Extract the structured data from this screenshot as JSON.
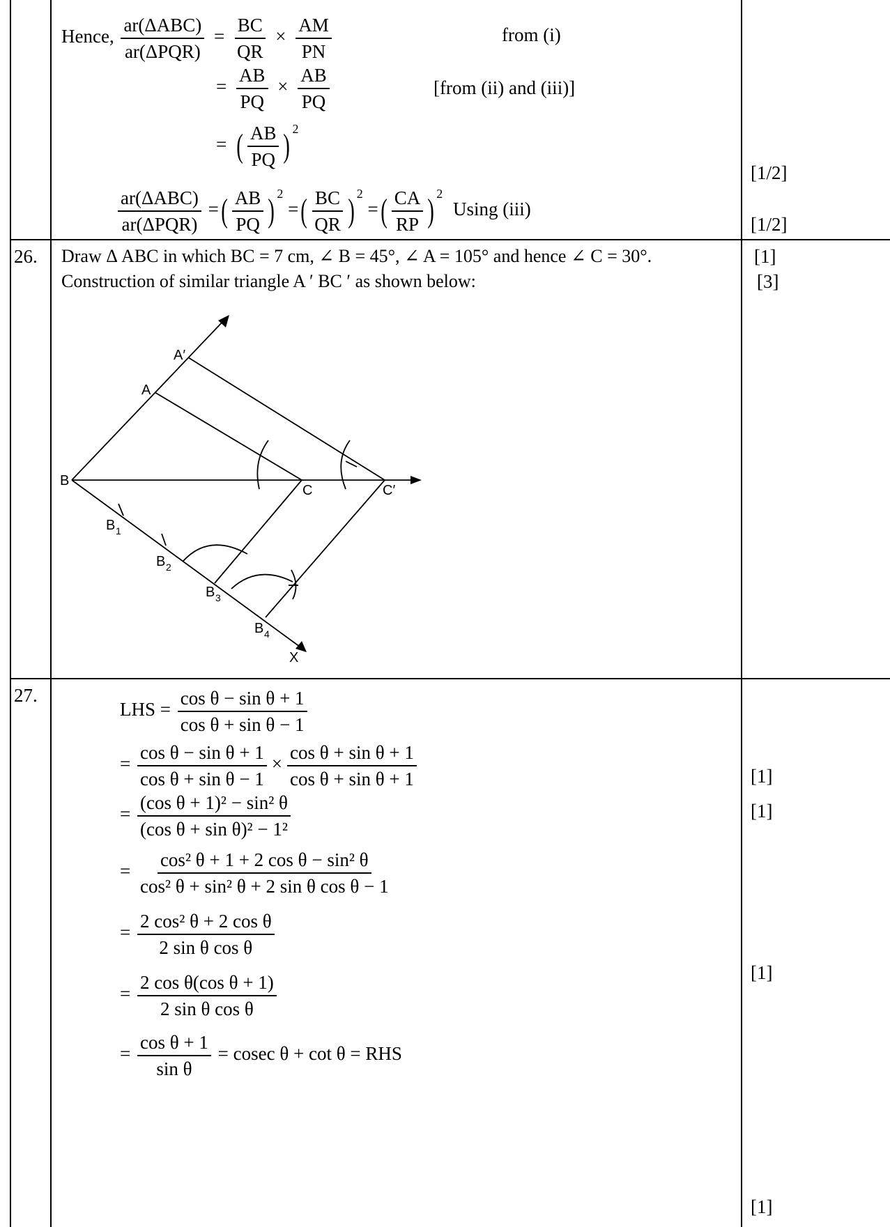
{
  "section25": {
    "hence": "Hence,",
    "r1": {
      "n1": "ar(ΔABC)",
      "d1": "ar(ΔPQR)",
      "n2": "BC",
      "d2": "QR",
      "n3": "AM",
      "d3": "PN",
      "note": "from (i)"
    },
    "r2": {
      "n1": "AB",
      "d1": "PQ",
      "n2": "AB",
      "d2": "PQ",
      "note": "[from (ii) and (iii)]"
    },
    "r3": {
      "n1": "AB",
      "d1": "PQ",
      "exp": "2",
      "mark": "[1/2]"
    },
    "r4": {
      "n1": "ar(ΔABC)",
      "d1": "ar(ΔPQR)",
      "a_n": "AB",
      "a_d": "PQ",
      "b_n": "BC",
      "b_d": "QR",
      "c_n": "CA",
      "c_d": "RP",
      "exp": "2",
      "note": "Using (iii)",
      "mark": "[1/2]"
    }
  },
  "section26": {
    "num": "26.",
    "line1": "Draw  Δ ABC in which BC = 7 cm,  ∠ B = 45°,  ∠ A = 105° and hence  ∠ C = 30°.",
    "line2": "Construction of similar triangle A ′ BC ′ as shown below:",
    "mark1": "[1]",
    "mark2": "[3]",
    "labels": {
      "Aprime": "A′",
      "A": "A",
      "B": "B",
      "C": "C",
      "Cprime": "C′",
      "B1": "B",
      "B2": "B",
      "B3": "B",
      "B4": "B",
      "X": "X",
      "s1": "1",
      "s2": "2",
      "s3": "3",
      "s4": "4"
    }
  },
  "section27": {
    "num": "27.",
    "lhs": "LHS =",
    "eq": "=",
    "s1": {
      "n": "cos θ − sin θ + 1",
      "d": "cos θ + sin θ − 1"
    },
    "s2": {
      "n1": "cos θ − sin θ + 1",
      "d1": "cos θ + sin θ − 1",
      "n2": "cos θ + sin θ + 1",
      "d2": "cos θ + sin θ + 1",
      "mark": "[1]"
    },
    "s3": {
      "n": "(cos θ + 1)² − sin² θ",
      "d": "(cos θ + sin θ)² − 1²",
      "mark": "[1]"
    },
    "s4": {
      "n": "cos² θ + 1 + 2 cos θ − sin² θ",
      "d": "cos² θ + sin² θ + 2 sin θ cos θ − 1"
    },
    "s5": {
      "n": "2 cos² θ + 2 cos θ",
      "d": "2 sin θ cos θ"
    },
    "s6": {
      "n": "2 cos θ(cos θ + 1)",
      "d": "2 sin θ cos θ",
      "mark": "[1]"
    },
    "s7": {
      "n": "cos θ + 1",
      "d": "sin θ",
      "rest": "= cosec  θ  + cot  θ  = RHS",
      "mark": "[1]"
    }
  }
}
